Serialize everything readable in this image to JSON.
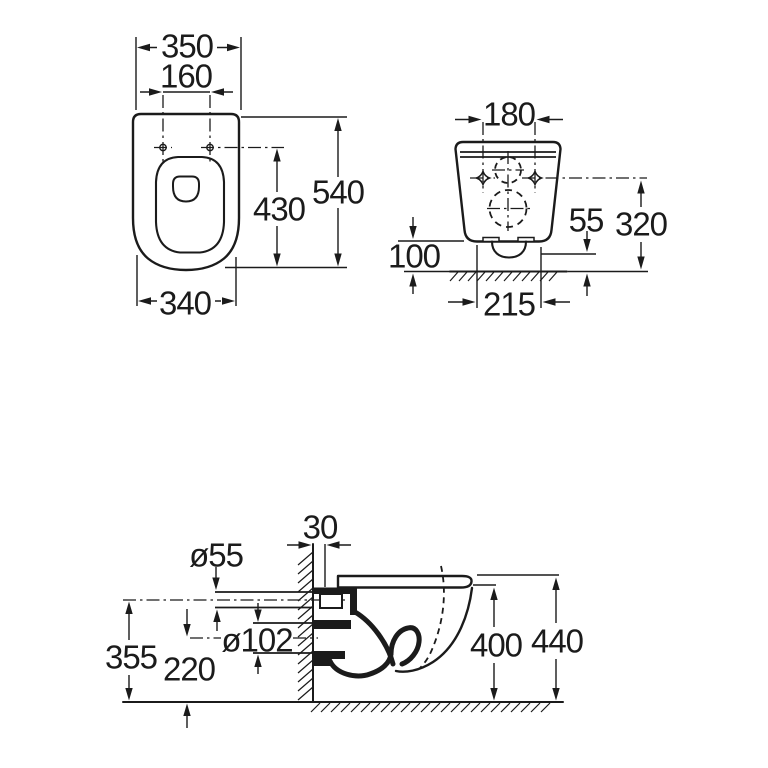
{
  "colors": {
    "ink": "#1b1b1b",
    "background": "#ffffff"
  },
  "views": {
    "top": {
      "overall_width": "350",
      "hole_spacing": "160",
      "holes_to_front": "430",
      "overall_depth": "540",
      "front_width": "340"
    },
    "front": {
      "hole_spacing": "180",
      "outlet_to_floor": "55",
      "hole_axis_height": "320",
      "body_to_floor": "100",
      "outlet_width": "215"
    },
    "side": {
      "mount_offset": "30",
      "inlet_diameter": "ø55",
      "outlet_diameter": "ø102",
      "inlet_axis_to_floor": "355",
      "outlet_axis_to_floor": "220",
      "underside_to_floor": "400",
      "top_to_floor": "440"
    }
  }
}
